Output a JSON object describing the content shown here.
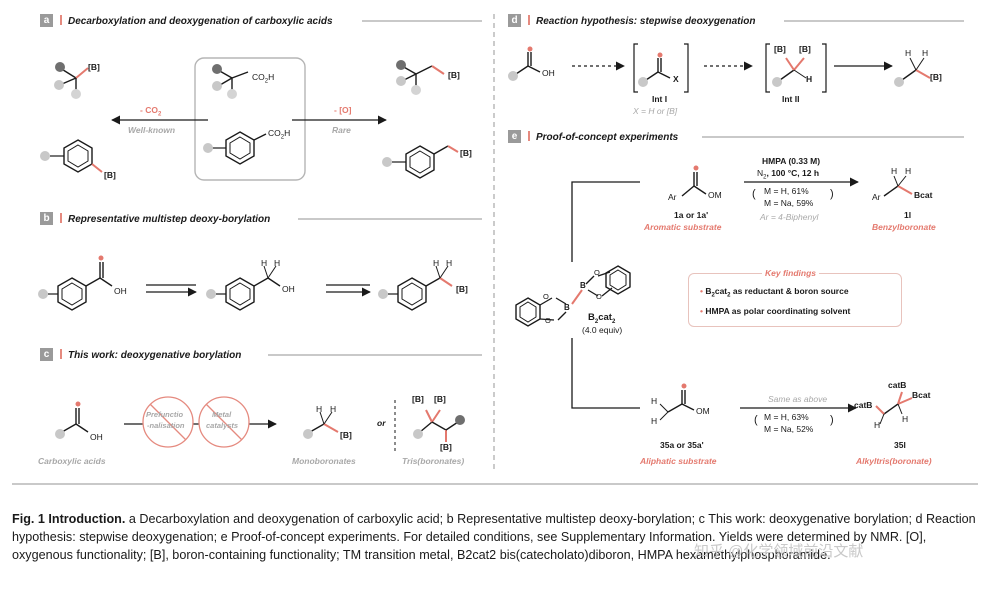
{
  "panels": {
    "a": {
      "tag": "a",
      "title": "Decarboxylation and deoxygenation of carboxylic acids",
      "left_label": "- CO",
      "left_label_sub": "2",
      "left_note": "Well-known",
      "right_label": "- [O]",
      "right_note": "Rare",
      "co2h": "CO",
      "co2h_sub": "2",
      "co2h_h": "H",
      "B": "[B]"
    },
    "b": {
      "tag": "b",
      "title": "Representative multistep deoxy-borylation",
      "oh": "OH",
      "h": "H",
      "B": "[B]"
    },
    "c": {
      "tag": "c",
      "title": "This work: deoxygenative borylation",
      "start_label": "Carboxylic acids",
      "oh": "OH",
      "circle1_line1": "Prefunctio",
      "circle1_line2": "-nalisation",
      "circle2_line1": "Metal",
      "circle2_line2": "catalysts",
      "mono_label": "Monoboronates",
      "or": "or",
      "tris_label": "Tris(boronates)",
      "h": "H",
      "B": "[B]"
    },
    "d": {
      "tag": "d",
      "title": "Reaction hypothesis: stepwise deoxygenation",
      "oh": "OH",
      "x": "X",
      "int1": "Int I",
      "int1_note": "X = H or [B]",
      "int2": "Int II",
      "h": "H",
      "B": "[B]"
    },
    "e": {
      "tag": "e",
      "title": "Proof-of-concept experiments",
      "cond_line1": "HMPA (0.33 M)",
      "cond_n2": "N",
      "cond_n2_sub": "2",
      "cond_line2_rest": ", 100 °C, 12 h",
      "yield_h": "M = H, 61%",
      "yield_na": "M = Na, 59%",
      "ar_note": "Ar = 4-Biphenyl",
      "arom_name": "1a or 1a'",
      "arom_label": "Aromatic substrate",
      "ar": "Ar",
      "om": "OM",
      "prod1_name": "1l",
      "prod1_label": "Benzylboronate",
      "bcat": "Bcat",
      "h": "H",
      "reagent_main": "B",
      "reagent_sub": "2",
      "reagent_rest": "cat",
      "reagent_sub2": "2",
      "reagent_equiv": "(4.0 equiv)",
      "o": "O",
      "b": "B",
      "kf_title": "Key findings",
      "kf1_a": "B",
      "kf1_sub1": "2",
      "kf1_b": "cat",
      "kf1_sub2": "2",
      "kf1_c": " as reductant & boron source",
      "kf2": "HMPA as polar coordinating solvent",
      "same": "Same as above",
      "yield2_h": "M = H, 63%",
      "yield2_na": "M = Na, 52%",
      "aliph_name": "35a or 35a'",
      "aliph_label": "Aliphatic substrate",
      "prod2_name": "35l",
      "prod2_label": "Alkyltris(boronate)",
      "catb": "catB"
    }
  },
  "caption": {
    "fig": "Fig. 1 Introduction.",
    "text": " a Decarboxylation and deoxygenation of carboxylic acid; b Representative multistep deoxy-borylation; c This work: deoxygenative borylation; d Reaction hypothesis: stepwise deoxygenation; e Proof-of-concept experiments. For detailed conditions, see Supplementary Information. Yields were determined by NMR. [O], oxygenous functionality; [B], boron-containing functionality; TM transition metal, B2cat2 bis(catecholato)diboron, HMPA hexamethylphosphoramide."
  },
  "watermark": "知乎 @化学领域前沿文献",
  "colors": {
    "accent": "#e4796e",
    "dot_dark": "#6f6f6f",
    "dot_light": "#c8c8c8",
    "rule": "#c9c9c9",
    "tag": "#9a9a9a"
  }
}
